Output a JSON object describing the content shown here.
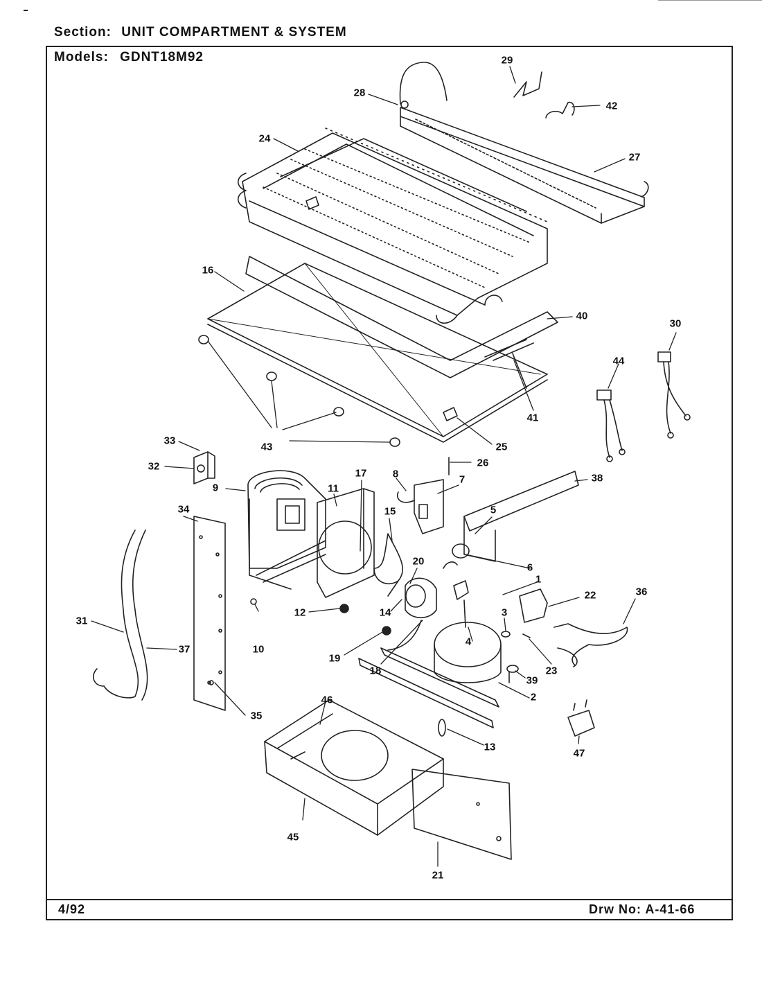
{
  "header": {
    "section_label": "Section:",
    "section_value": "UNIT COMPARTMENT & SYSTEM",
    "models_label": "Models:",
    "models_value": "GDNT18M92"
  },
  "footer": {
    "date": "4/92",
    "drawing_number": "Drw No: A-41-66"
  },
  "callouts": {
    "p1": "1",
    "p2": "2",
    "p3": "3",
    "p4": "4",
    "p5": "5",
    "p6": "6",
    "p7": "7",
    "p8": "8",
    "p9": "9",
    "p10": "10",
    "p11": "11",
    "p12": "12",
    "p13": "13",
    "p14": "14",
    "p15": "15",
    "p16": "16",
    "p17": "17",
    "p18": "18",
    "p19": "19",
    "p20": "20",
    "p21": "21",
    "p22": "22",
    "p23": "23",
    "p24": "24",
    "p25": "25",
    "p26": "26",
    "p27": "27",
    "p28": "28",
    "p29": "29",
    "p30": "30",
    "p31": "31",
    "p32": "32",
    "p33": "33",
    "p34": "34",
    "p35": "35",
    "p36": "36",
    "p37": "37",
    "p38": "38",
    "p39": "39",
    "p40": "40",
    "p41": "41",
    "p42": "42",
    "p43": "43",
    "p44": "44",
    "p45": "45",
    "p46": "46",
    "p47": "47"
  }
}
